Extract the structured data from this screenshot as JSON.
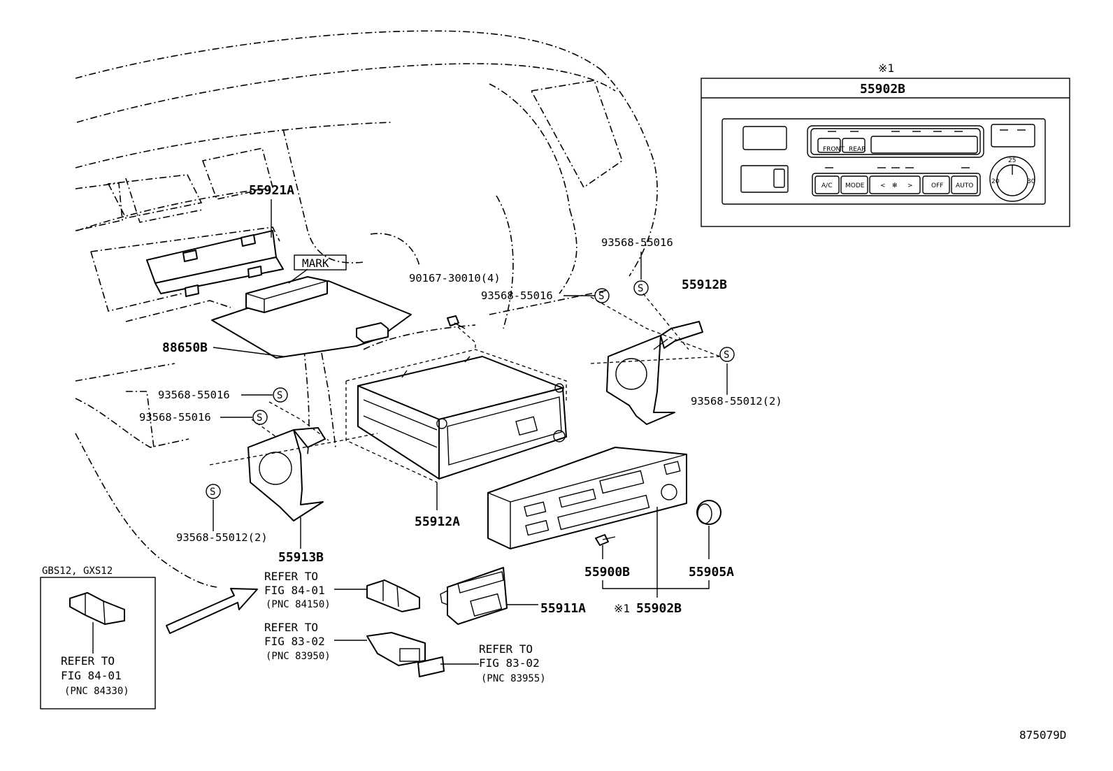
{
  "figure_code": "875079D",
  "callouts": {
    "p55921A": "55921A",
    "mark": "MARK",
    "p88650B": "88650B",
    "p90167": "90167-30010(4)",
    "p93568_a": "93568-55016",
    "p93568_b": "93568-55016",
    "p55912B": "55912B",
    "p93568_c": "93568-55012(2)",
    "p93568_d": "93568-55016",
    "p93568_e": "93568-55016",
    "p93568_f": "93568-55012(2)",
    "p55912A": "55912A",
    "p55913B": "55913B",
    "p55900B": "55900B",
    "p55905A": "55905A",
    "p55911A": "55911A",
    "p55902B": "55902B",
    "note_mark": "※1"
  },
  "refs": {
    "r1": {
      "line1": "REFER TO",
      "line2": "FIG 84-01",
      "line3": "(PNC 84150)"
    },
    "r2": {
      "line1": "REFER TO",
      "line2": "FIG 83-02",
      "line3": "(PNC 83950)"
    },
    "r3": {
      "line1": "REFER TO",
      "line2": "FIG 83-02",
      "line3": "(PNC 83955)"
    },
    "r4": {
      "line1": "REFER TO",
      "line2": "FIG 84-01",
      "line3": "(PNC 84330)"
    }
  },
  "variant_box": {
    "label": "GBS12, GXS12"
  },
  "inset": {
    "note": "※1",
    "title": "55902B",
    "buttons": {
      "front": "FRONT",
      "rear": "REAR",
      "ac": "A/C",
      "mode": "MODE",
      "off": "OFF",
      "auto": "AUTO"
    },
    "dial": {
      "t20": "20",
      "t25": "25",
      "t30": "30"
    }
  },
  "symbol_s": "S"
}
